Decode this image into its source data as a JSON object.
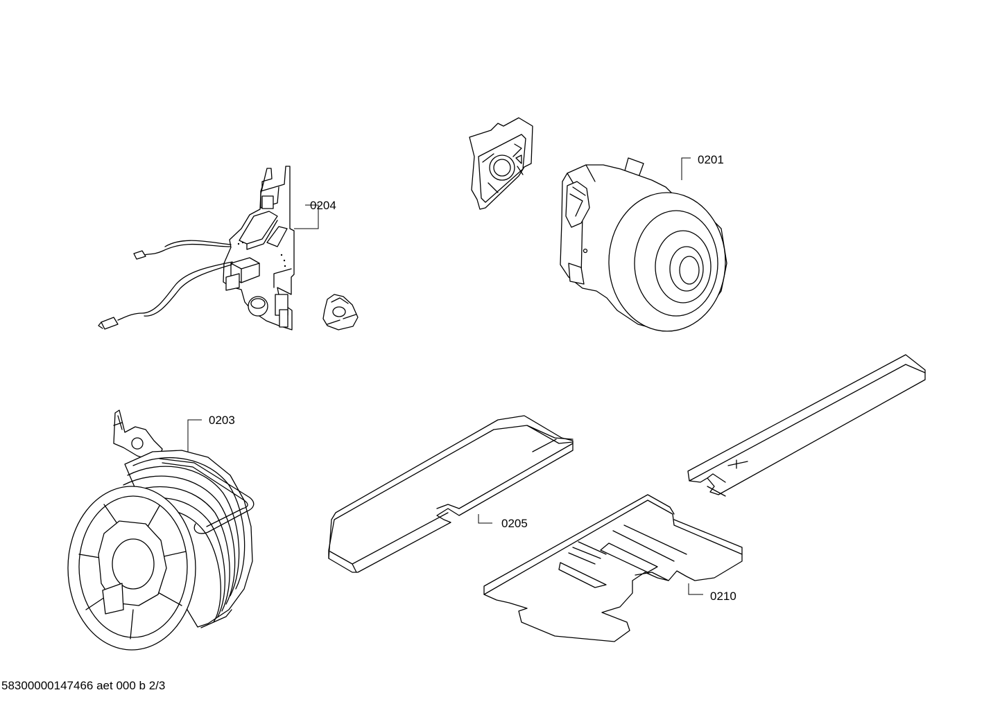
{
  "parts": [
    {
      "id": "p0201",
      "label": "0201"
    },
    {
      "id": "p0204",
      "label": "0204"
    },
    {
      "id": "p0203",
      "label": "0203"
    },
    {
      "id": "p0205",
      "label": "0205"
    },
    {
      "id": "p0210",
      "label": "0210"
    }
  ],
  "footer": {
    "text": "58300000147466 aet 000 b 2/3"
  }
}
